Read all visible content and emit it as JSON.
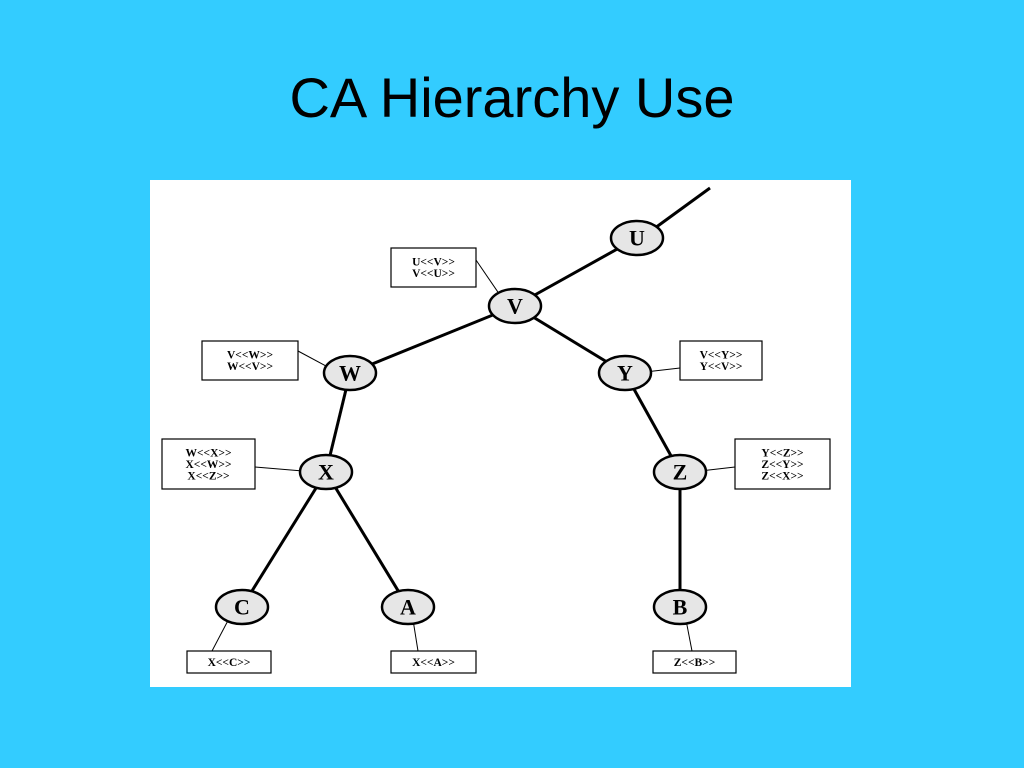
{
  "title": "CA Hierarchy Use",
  "diagram": {
    "nodes": {
      "U": {
        "label": "U"
      },
      "V": {
        "label": "V"
      },
      "W": {
        "label": "W"
      },
      "Y": {
        "label": "Y"
      },
      "X": {
        "label": "X"
      },
      "Z": {
        "label": "Z"
      },
      "C": {
        "label": "C"
      },
      "A": {
        "label": "A"
      },
      "B": {
        "label": "B"
      }
    },
    "certificates": {
      "V": [
        "U<<V>>",
        "V<<U>>"
      ],
      "W": [
        "V<<W>>",
        "W<<V>>"
      ],
      "Y": [
        "V<<Y>>",
        "Y<<V>>"
      ],
      "X": [
        "W<<X>>",
        "X<<W>>",
        "X<<Z>>"
      ],
      "Z": [
        "Y<<Z>>",
        "Z<<Y>>",
        "Z<<X>>"
      ],
      "C": [
        "X<<C>>"
      ],
      "A": [
        "X<<A>>"
      ],
      "B": [
        "Z<<B>>"
      ]
    },
    "edges": [
      [
        "U",
        "V"
      ],
      [
        "V",
        "W"
      ],
      [
        "V",
        "Y"
      ],
      [
        "W",
        "X"
      ],
      [
        "Y",
        "Z"
      ],
      [
        "X",
        "C"
      ],
      [
        "X",
        "A"
      ],
      [
        "Z",
        "B"
      ]
    ]
  }
}
